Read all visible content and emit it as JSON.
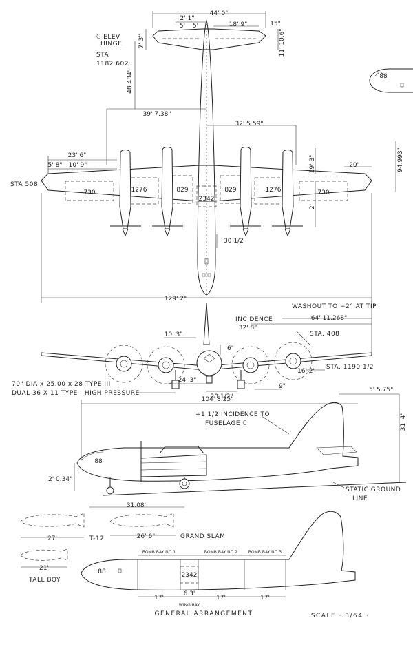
{
  "drawing": {
    "title": "GENERAL ARRANGEMENT",
    "scale": "SCALE · 3/64 ·"
  },
  "plan_view": {
    "tail_span": "44' 0\"",
    "tail_dim_2_1": "2' 1\"",
    "tail_dim_5a": "5'",
    "tail_dim_5b": "5'",
    "tail_dim_18_9": "18' 9\"",
    "tail_dim_15": "15\"",
    "tail_dim_7_3": "7' 3\"",
    "tail_dim_11_10_6": "11' 10.6\"",
    "elev_hinge_line1": "ℂ ELEV",
    "elev_hinge_line2": "HINGE",
    "sta_tail_line1": "STA",
    "sta_tail_line2": "1182.602",
    "dim_48_484": "48.484\"",
    "dim_39_738": "39' 7.38\"",
    "dim_32_5_59": "32' 5.59\"",
    "dim_23_6": "23' 6\"",
    "dim_5_8": "5' 8\"",
    "dim_10_9": "10' 9\"",
    "dim_94_993": "94.993\"",
    "dim_20": "20\"",
    "dim_19_3": "19' 3\"",
    "dim_2": "2'",
    "sta_508": "STA 508",
    "tank_730_left": "730",
    "tank_1276_left": "1276",
    "tank_829_left": "829",
    "tank_2342": "2342",
    "tank_829_right": "829",
    "tank_1276_right": "1276",
    "tank_730_right": "730",
    "dim_30_half": "30 1/2",
    "wingspan": "129' 2\""
  },
  "front_view": {
    "incidence": "INCIDENCE",
    "incidence_dim": "32' 8\"",
    "washout": "WASHOUT TO −2° AT TIP",
    "washout_dim": "64' 11.268\"",
    "sta_408": "STA. 408",
    "dim_10_3": "10' 3\"",
    "dim_6": "6\"",
    "dim_16_2": "16' 2\"",
    "sta_1190": "STA. 1190 1/2",
    "dim_24_3": "24' 3\"",
    "dim_20_half": "20 1/2\"",
    "dim_9": "9\"",
    "gear_line1": "70\" DIA x 25.00 x 28 TYPE III",
    "gear_line2": "DUAL 36 X 11 TYPE · HIGH PRESSURE"
  },
  "side_view": {
    "dim_104_8_25": "104' 8.25\"",
    "dim_5_5_75": "5' 5.75\"",
    "incidence_note_line1": "+1 1/2 INCIDENCE TO",
    "incidence_note_line2": "FUSELAGE ℂ",
    "dim_31_4": "31' 4\"",
    "static_ground_line1": "STATIC GROUND",
    "static_ground_line2": "LINE",
    "dim_2_0_34": "2' 0.34\"",
    "dim_31_08": "31.08'",
    "nose_marking": "88"
  },
  "bombs": {
    "t12_length": "27'",
    "t12_name": "T-12",
    "grand_slam_length": "26' 6\"",
    "grand_slam_name": "GRAND SLAM",
    "tall_boy_length": "21'",
    "tall_boy_name": "TALL BOY"
  },
  "bomb_bay_view": {
    "bay_1": "BOMB BAY NO 1",
    "bay_2": "BOMB BAY NO 2",
    "bay_3": "BOMB BAY NO 3",
    "center_tank": "2342",
    "dim_17_a": "17'",
    "dim_6_3": "6.3'",
    "wing_bay": "WING BAY",
    "dim_17_b": "17'",
    "dim_17_c": "17'",
    "nose_marking": "88"
  },
  "inset": {
    "nose_marking": "88"
  }
}
